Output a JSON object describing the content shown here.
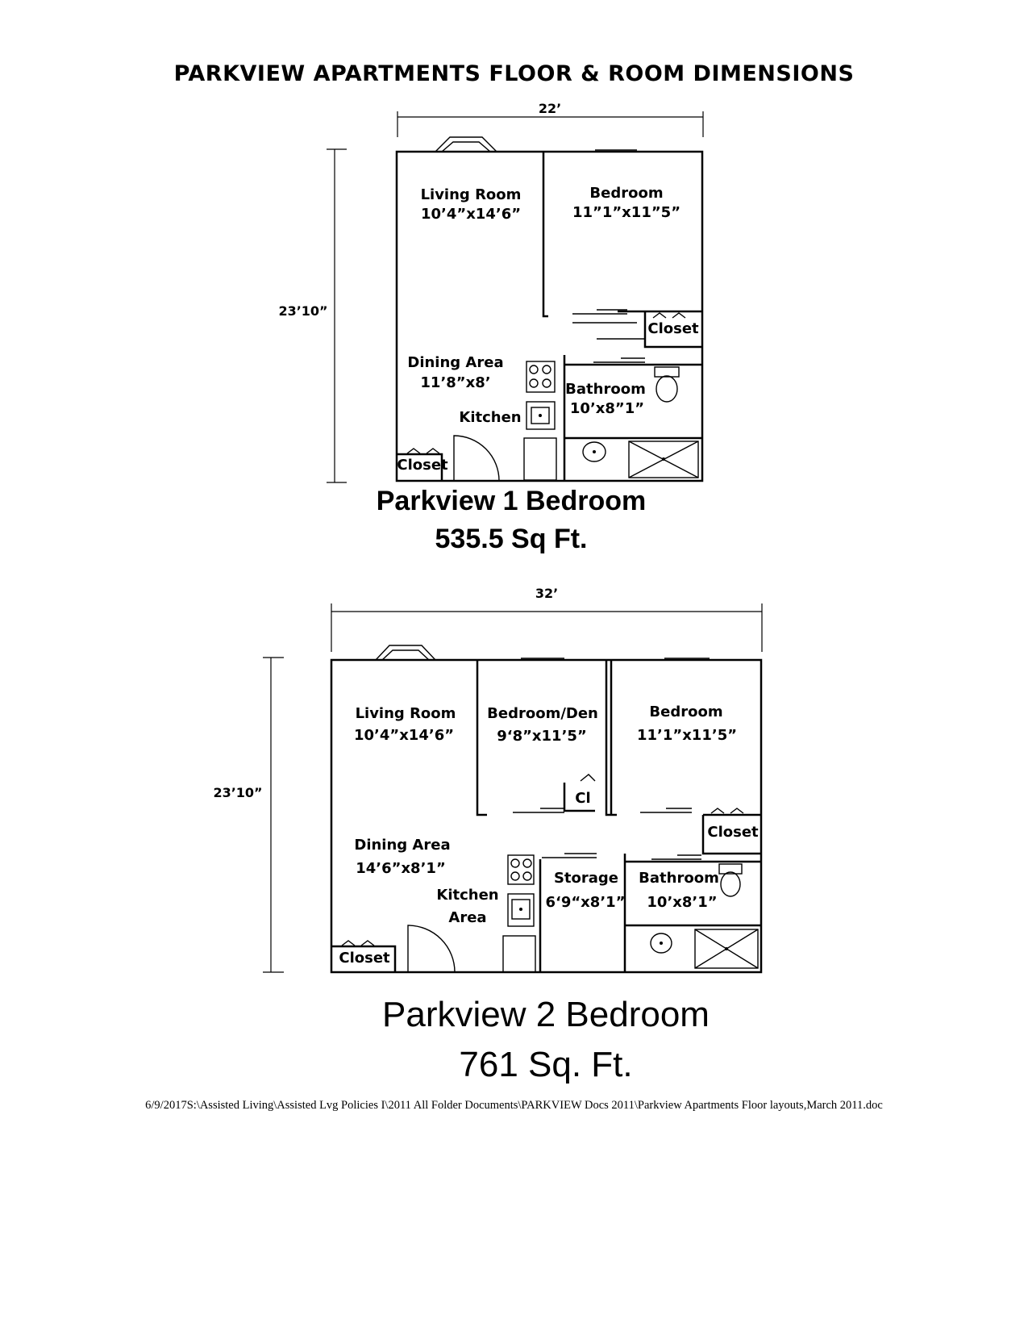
{
  "page": {
    "title": "PARKVIEW APARTMENTS FLOOR & ROOM DIMENSIONS",
    "footer_path": "6/9/2017S:\\Assisted Living\\Assisted Lvg Policies I\\2011 All Folder Documents\\PARKVIEW Docs 2011\\Parkview Apartments Floor layouts,March 2011.doc"
  },
  "plan1": {
    "width_label": "22’",
    "depth_label": "23’10”",
    "name": "Parkview 1 Bedroom",
    "area": "535.5 Sq Ft.",
    "rooms": {
      "living_name": "Living Room",
      "living_dim": "10’4”x14’6”",
      "bedroom_name": "Bedroom",
      "bedroom_dim": "11”1”x11”5”",
      "closet_bedroom": "Closet",
      "dining_name": "Dining Area",
      "dining_dim": "11’8”x8’",
      "kitchen": "Kitchen",
      "bathroom_name": "Bathroom",
      "bathroom_dim": "10’x8”1”",
      "closet_entry": "Closet"
    }
  },
  "plan2": {
    "width_label": "32’",
    "depth_label": "23’10”",
    "name": "Parkview 2 Bedroom",
    "area": "761 Sq. Ft.",
    "rooms": {
      "living_name": "Living Room",
      "living_dim": "10’4”x14’6”",
      "den_name": "Bedroom/Den",
      "den_dim": "9‘8”x11’5”",
      "den_closet": "Cl",
      "bedroom_name": "Bedroom",
      "bedroom_dim": "11’1”x11’5”",
      "closet_bedroom": "Closet",
      "dining_name": "Dining Area",
      "dining_dim": "14’6”x8’1”",
      "kitchen_line1": "Kitchen",
      "kitchen_line2": "Area",
      "storage_name": "Storage",
      "storage_dim": "6‘9“x8’1”",
      "bathroom_name": "Bathroom",
      "bathroom_dim": "10’x8’1”",
      "closet_entry": "Closet"
    }
  }
}
